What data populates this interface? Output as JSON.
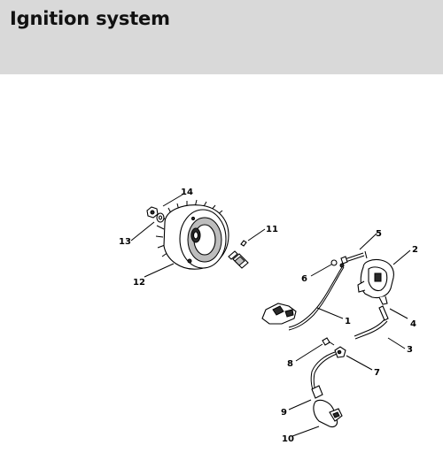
{
  "header": {
    "title": "Ignition system",
    "band_color": "#d9d9d9"
  },
  "diagram": {
    "callouts": [
      {
        "id": "1",
        "label": "1"
      },
      {
        "id": "2",
        "label": "2"
      },
      {
        "id": "3",
        "label": "3"
      },
      {
        "id": "4",
        "label": "4"
      },
      {
        "id": "5",
        "label": "5"
      },
      {
        "id": "6",
        "label": "6"
      },
      {
        "id": "7",
        "label": "7"
      },
      {
        "id": "8",
        "label": "8"
      },
      {
        "id": "9",
        "label": "9"
      },
      {
        "id": "10",
        "label": "10"
      },
      {
        "id": "11",
        "label": "11"
      },
      {
        "id": "12",
        "label": "12"
      },
      {
        "id": "13",
        "label": "13"
      },
      {
        "id": "14",
        "label": "14"
      }
    ]
  }
}
